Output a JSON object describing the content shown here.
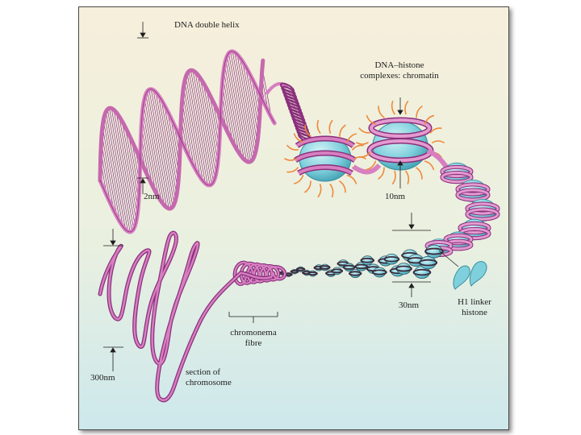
{
  "labels": {
    "dna_double_helix": "DNA double helix",
    "chromatin_line1": "DNA–histone",
    "chromatin_line2": "complexes: chromatin",
    "helix_width": "2nm",
    "nucleosome_width": "10nm",
    "fibre_width": "30nm",
    "h1_line1": "H1 linker",
    "h1_line2": "histone",
    "chromonema_line1": "chromonema",
    "chromonema_line2": "fibre",
    "section_line1": "section of",
    "section_line2": "chromosome",
    "section_width": "300nm"
  },
  "colors": {
    "background_top": "#f6efdb",
    "background_bottom": "#cde8ec",
    "dna_pink": "#d77fc0",
    "dna_dark": "#8a2f7c",
    "histone_cyan": "#7fd0dd",
    "histone_dark": "#3a8e9e",
    "tail_orange": "#ee8a3c"
  }
}
